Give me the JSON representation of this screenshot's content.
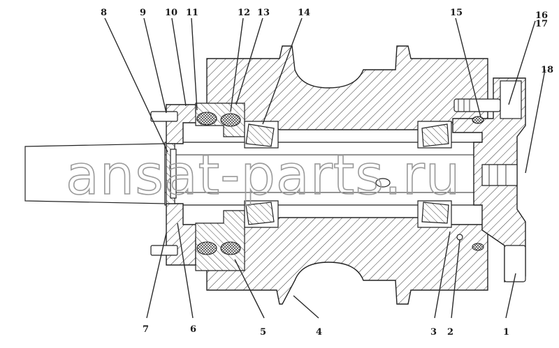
{
  "callouts": [
    {
      "id": "c1",
      "text": "1"
    },
    {
      "id": "c2",
      "text": "2"
    },
    {
      "id": "c3",
      "text": "3"
    },
    {
      "id": "c4",
      "text": "4"
    },
    {
      "id": "c5",
      "text": "5"
    },
    {
      "id": "c6",
      "text": "6"
    },
    {
      "id": "c7",
      "text": "7"
    },
    {
      "id": "c8",
      "text": "8"
    },
    {
      "id": "c9",
      "text": "9"
    },
    {
      "id": "c10",
      "text": "10"
    },
    {
      "id": "c11",
      "text": "11"
    },
    {
      "id": "c12",
      "text": "12"
    },
    {
      "id": "c13",
      "text": "13"
    },
    {
      "id": "c14",
      "text": "14"
    },
    {
      "id": "c15",
      "text": "15"
    },
    {
      "id": "c16",
      "text": "16"
    },
    {
      "id": "c17",
      "text": "17"
    },
    {
      "id": "c18",
      "text": "18"
    }
  ],
  "watermark": "ansat-parts.ru"
}
